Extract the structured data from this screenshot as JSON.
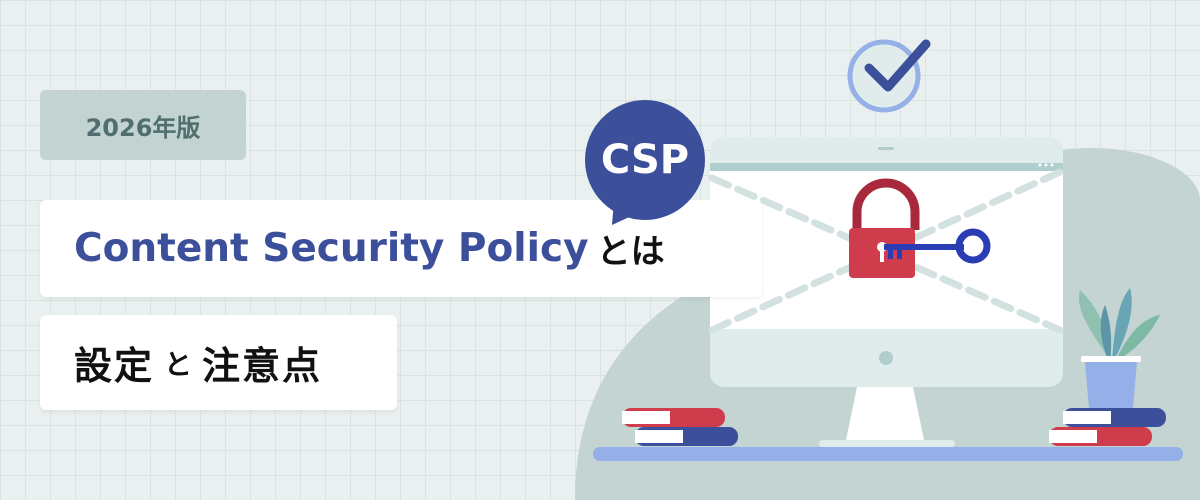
{
  "badge": {
    "label": "2026年版"
  },
  "title": {
    "english": "Content Security Policy",
    "suffix": "とは"
  },
  "subtitle": {
    "part1": "設定",
    "connector": "と",
    "part2": "注意点"
  },
  "bubble": {
    "label": "CSP"
  },
  "colors": {
    "brand_blue": "#3c4f9b",
    "lock_red": "#cf3d4d",
    "key_blue": "#2a3db5",
    "background": "#e9f0ef"
  }
}
